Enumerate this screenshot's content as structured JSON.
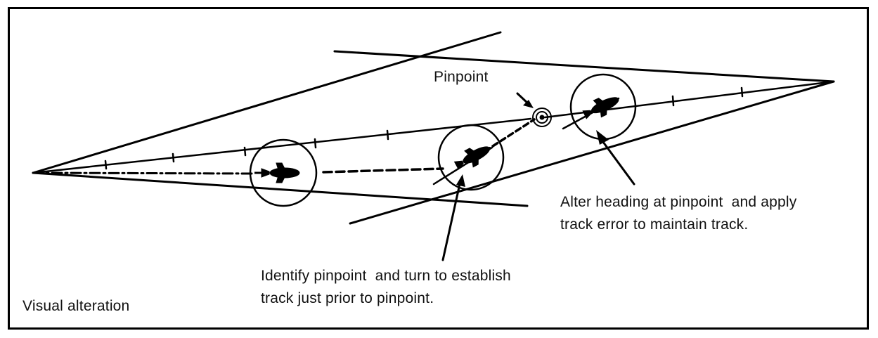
{
  "colors": {
    "ink": "#000000",
    "background": "#ffffff"
  },
  "diagram": {
    "pinpoint_label": "Pinpoint",
    "callout_alter": {
      "line1": "Alter heading at pinpoint  and apply",
      "line2": "track error to maintain track."
    },
    "callout_identify": {
      "line1": "Identify pinpoint  and turn to establish",
      "line2": "track just prior to pinpoint."
    },
    "caption": "Visual alteration"
  }
}
